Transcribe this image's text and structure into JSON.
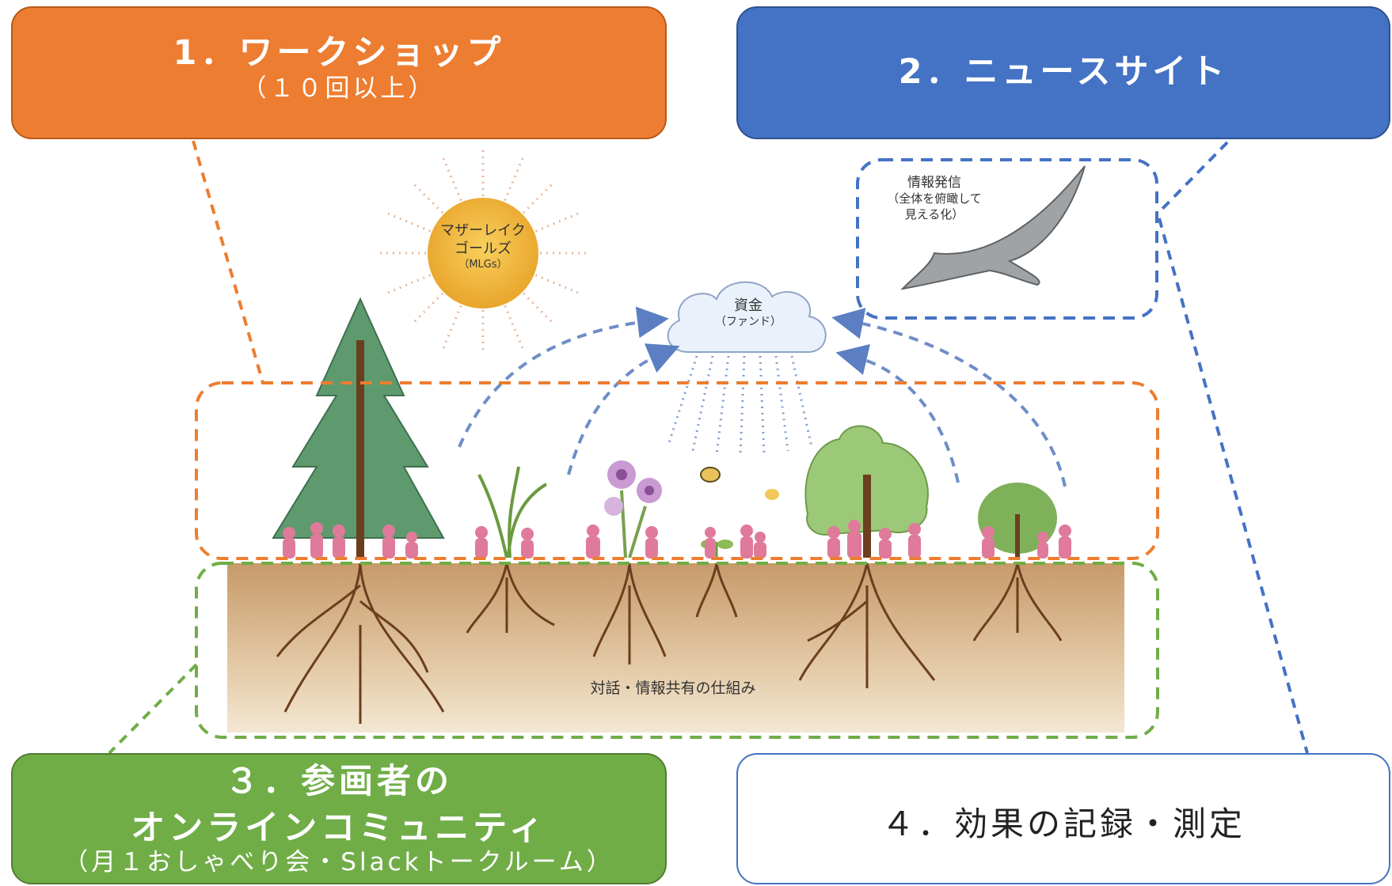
{
  "box1": {
    "title": "1．ワークショップ",
    "subtitle": "（１０回以上）",
    "color": "#ED7D31"
  },
  "box2": {
    "title": "2．ニュースサイト",
    "color": "#4472C4"
  },
  "box3": {
    "title_line1": "３．参画者の",
    "title_line2": "オンラインコミュニティ",
    "subtitle": "（月１おしゃべり会・Slackトークルーム）",
    "color": "#70AD47"
  },
  "box4": {
    "title": "４．効果の記録・測定"
  },
  "illustration": {
    "sun_line1": "マザーレイク",
    "sun_line2": "ゴールズ",
    "sun_line3": "（MLGs）",
    "cloud_line1": "資金",
    "cloud_line2": "（ファンド）",
    "eagle_line1": "情報発信",
    "eagle_line2": "（全体を俯瞰して",
    "eagle_line3": "見える化）",
    "soil_label": "対話・情報共有の仕組み"
  }
}
